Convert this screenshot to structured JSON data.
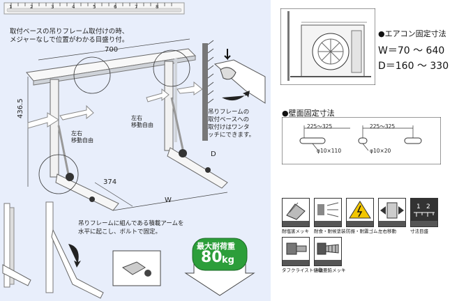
{
  "left": {
    "caption_top_line1": "取付ベースの吊りフレーム取付けの時、",
    "caption_top_line2": "メジャーなしで位置がわかる目盛り付。",
    "dim_700": "700",
    "dim_436": "436.5",
    "dim_374": "374",
    "dim_D": "D",
    "dim_W": "W",
    "move_label_left_1": "左右",
    "move_label_left_2": "移動自由",
    "move_label_mid_1": "左右",
    "move_label_mid_2": "移動自由",
    "side_note_1": "吊りフレームの",
    "side_note_2": "取付ベースへの",
    "side_note_3": "取付けはワンタ",
    "side_note_4": "ッチにできます。",
    "bottom_note_1": "吊りフレームに組んである積載アームを",
    "bottom_note_2": "水平に起こし、ボルトで固定。",
    "load_title": "最大耐荷重",
    "load_value": "80",
    "load_unit": "kg",
    "ruler_numbers": [
      "1",
      "2",
      "3",
      "4",
      "5",
      "6",
      "7",
      "8"
    ]
  },
  "right": {
    "ac_title": "●エアコン固定寸法",
    "ac_w": "W＝70 ～ 640",
    "ac_d": "D＝160 ～ 330",
    "wall_title": "●壁面固定寸法",
    "wall_dim1": "225～325",
    "wall_dim2": "225～325",
    "wall_hole1": "φ10×110",
    "wall_hole2": "φ10×20",
    "features": [
      {
        "label": "耐塩害メッキ"
      },
      {
        "label": "耐食・耐候塗装"
      },
      {
        "label": "防振・耐震ゴム"
      },
      {
        "label": "左右移動"
      },
      {
        "label": "寸法目盛"
      },
      {
        "label": "タフクライスト仕様"
      },
      {
        "label": "溶融亜鉛メッキ"
      }
    ]
  }
}
